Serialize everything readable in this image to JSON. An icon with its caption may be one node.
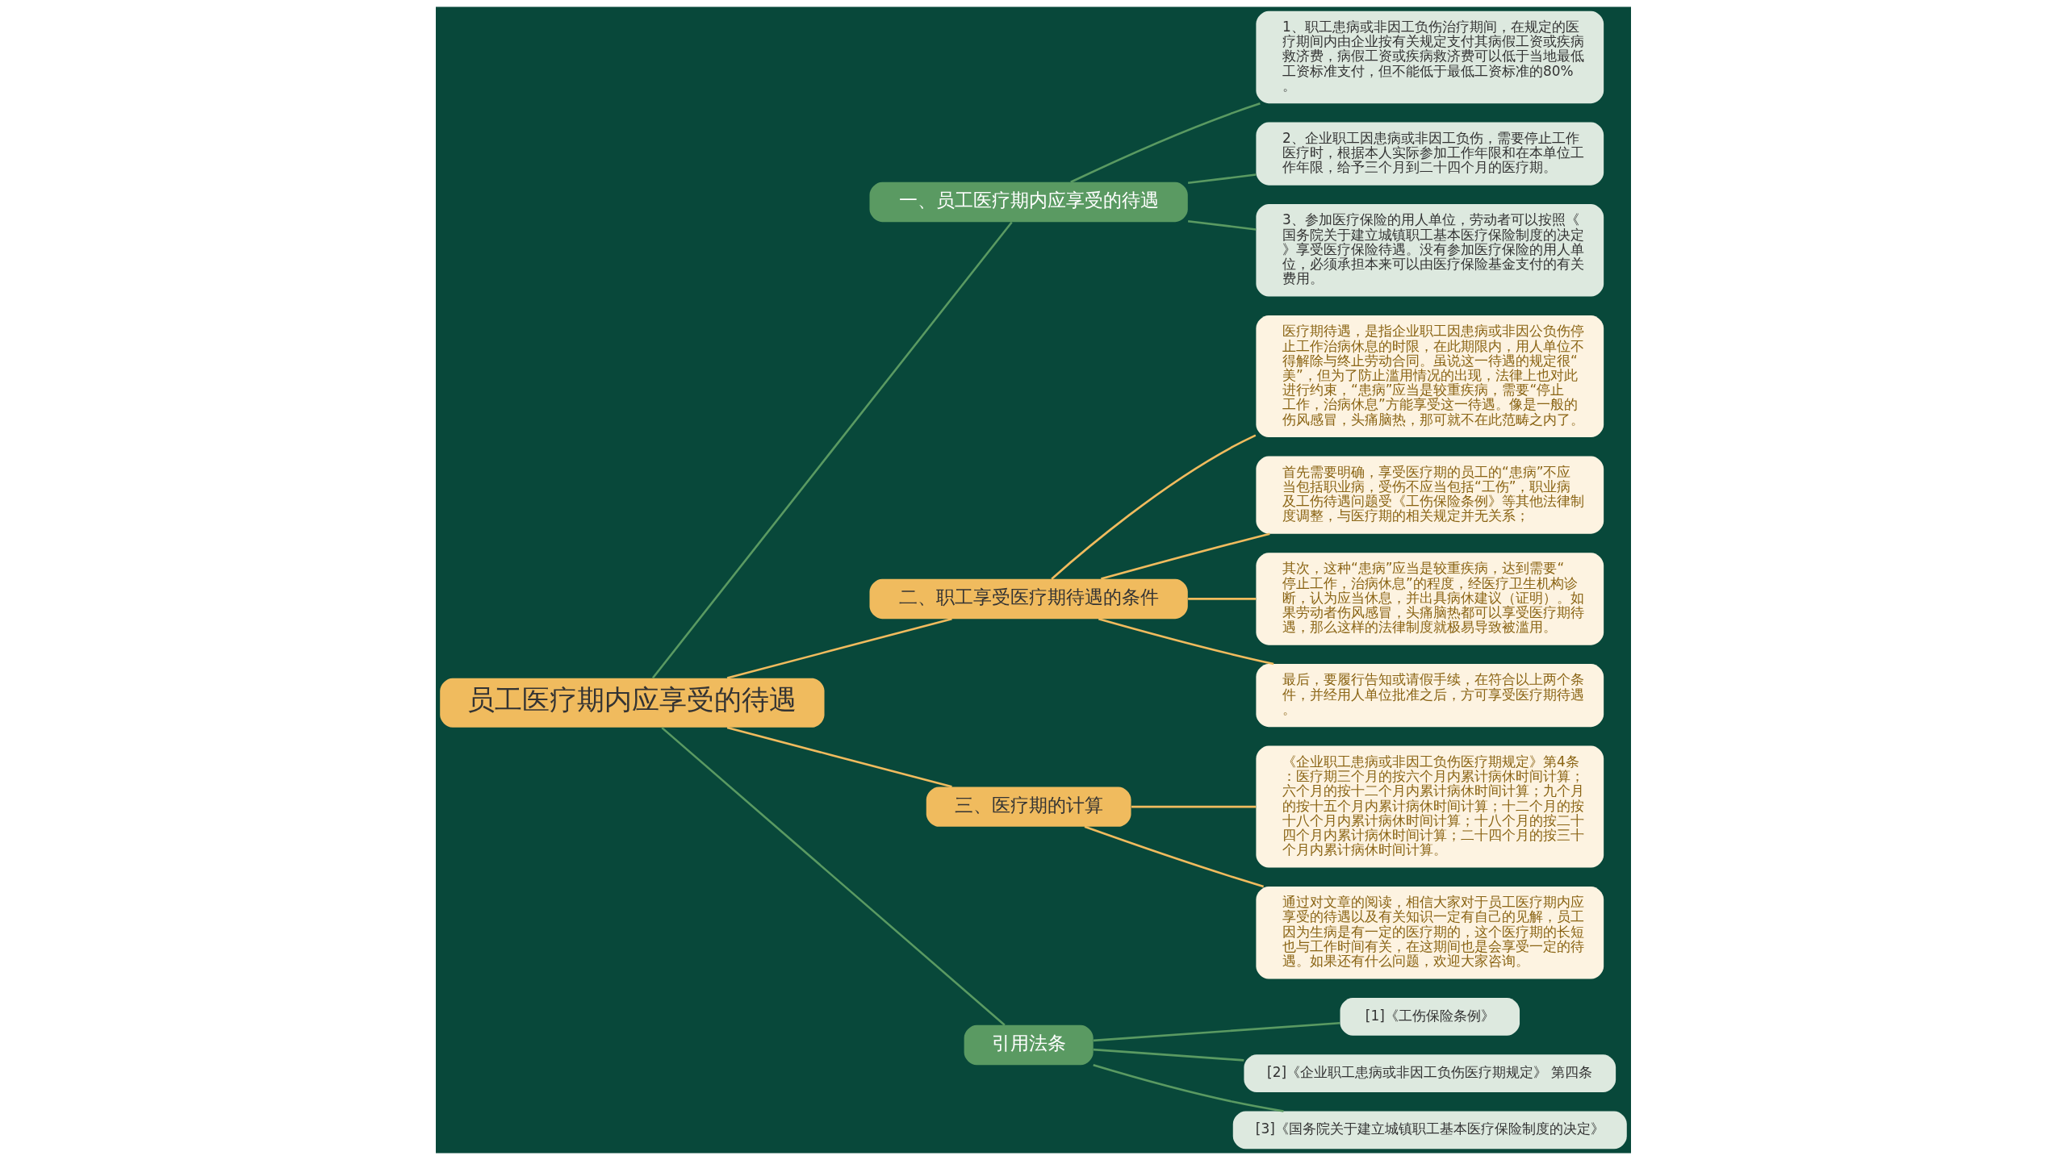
{
  "diagram": {
    "nodes": [
      {
        "text": [
          "员工医疗期内应享受的待遇"
        ]
      },
      {
        "text": [
          "一、员工医疗期内应享受的待遇"
        ]
      },
      {
        "text": [
          "1、职工患病或非因工负伤治疗期间，在规定的医疗期间内由企业按有关规定支付其病假工资或疾病救济费，病假工资或疾病救济费可以低于当地最低工资标准支付，但不能低于最低工资标准的80%。"
        ]
      },
      {
        "text": [
          "2、企业职工因患病或非因工负伤，需要停止工作医疗时，根据本人实际参加工作年限和在本单位工作年限，给予三个月到二十四个月的医疗期。"
        ]
      },
      {
        "text": [
          "3、参加医疗保险的用人单位，劳动者可以按照《国务院关于建立城镇职工基本医疗保险制度的决定》享受医疗保险待遇。没有参加医疗保险的用人单位，必须承担本来可以由医疗保险基金支付的有关费用。"
        ]
      },
      {
        "text": [
          "二、职工享受医疗期待遇的条件"
        ]
      },
      {
        "text": [
          "医疗期待遇，是指企业职工因患病或非因公负伤停止工作治病休息的时限，在此期限内，用人单位不得解除与终止劳动合同。虽说这一待遇的规定很“美”，但为了防止滥用情况的出现，法律上也对此进行约束，“患病”应当是较重疾病，需要“停止工作，治病休息”方能享受这一待遇。像是一般的伤风感冒，头痛脑热，那可就不在此范畴之内了。"
        ]
      },
      {
        "text": [
          "首先需要明确，享受医疗期的员工的“患病”不应当包括职业病，受伤不应当包括“工伤”，职业病及工伤待遇问题受《工伤保险条例》等其他法律制度调整，与医疗期的相关规定并无关系；"
        ]
      },
      {
        "text": [
          "其次，这种“患病”应当是较重疾病，达到需要“停止工作，治病休息”的程度，经医疗卫生机构诊断，认为应当休息，并出具病休建议（证明）。如果劳动者伤风感冒，头痛脑热都可以享受医疗期待遇，那么这样的法律制度就极易导致被滥用。"
        ]
      },
      {
        "text": [
          "最后，要履行告知或请假手续，在符合以上两个条件，并经用人单位批准之后，方可享受医疗期待遇。"
        ]
      },
      {
        "text": [
          "三、医疗期的计算"
        ]
      },
      {
        "text": [
          "《企业职工患病或非因工负伤医疗期规定》第4条：医疗期三个月的按六个月内累计病休时间计算；六个月的按十二个月内累计病休时间计算；九个月的按十五个月内累计病休时间计算；十二个月的按十八个月内累计病休时间计算；十八个月的按二十四个月内累计病休时间计算；二十四个月的按三十个月内累计病休时间计算。"
        ]
      },
      {
        "text": [
          "通过对文章的阅读，相信大家对于员工医疗期内应享受的待遇以及有关知识一定有自己的见解，员工因为生病是有一定的医疗期的，这个医疗期的长短也与工作时间有关，在这期间也是会享受一定的待遇。如果还有什么问题，欢迎大家咨询。"
        ]
      },
      {
        "text": [
          "引用法条"
        ]
      },
      {
        "text": [
          "[1]《工伤保险条例》"
        ]
      },
      {
        "text": [
          "[2]《企业职工患病或非因工负伤医疗期规定》 第四条"
        ]
      },
      {
        "text": [
          "[3]《国务院关于建立城镇职工基本医疗保险制度的决定》"
        ]
      }
    ],
    "edges": [
      {
        "from": 0,
        "to": 1,
        "arrow": "none"
      },
      {
        "from": 1,
        "to": 2,
        "arrow": "none"
      },
      {
        "from": 1,
        "to": 3,
        "arrow": "none"
      },
      {
        "from": 1,
        "to": 4,
        "arrow": "none"
      },
      {
        "from": 0,
        "to": 5,
        "arrow": "none",
        "color": "#f0bb5e"
      },
      {
        "from": 5,
        "to": 6,
        "arrow": "none",
        "color": "#f0bb5e"
      },
      {
        "from": 5,
        "to": 7,
        "arrow": "none",
        "color": "#f0bb5e"
      },
      {
        "from": 5,
        "to": 8,
        "arrow": "none",
        "color": "#f0bb5e"
      },
      {
        "from": 5,
        "to": 9,
        "arrow": "none",
        "color": "#f0bb5e"
      },
      {
        "from": 0,
        "to": 10,
        "arrow": "none",
        "color": "#f0bb5e"
      },
      {
        "from": 10,
        "to": 11,
        "arrow": "none",
        "color": "#f0bb5e"
      },
      {
        "from": 10,
        "to": 12,
        "arrow": "none",
        "color": "#f0bb5e"
      },
      {
        "from": 0,
        "to": 13,
        "arrow": "none"
      },
      {
        "from": 13,
        "to": 14,
        "arrow": "none"
      },
      {
        "from": 13,
        "to": 15,
        "arrow": "none"
      },
      {
        "from": 13,
        "to": 16,
        "arrow": "none"
      }
    ]
  }
}
